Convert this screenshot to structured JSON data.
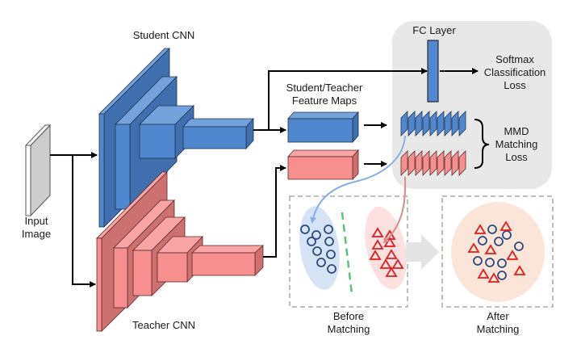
{
  "labels": {
    "student_cnn": "Student CNN",
    "teacher_cnn": "Teacher CNN",
    "input_image": [
      "Input",
      "Image"
    ],
    "feature_maps": [
      "Student/Teacher",
      "Feature Maps"
    ],
    "fc_layer": "FC Layer",
    "softmax_loss": [
      "Softmax",
      "Classification",
      "Loss"
    ],
    "mmd_loss": [
      "MMD",
      "Matching",
      "Loss"
    ],
    "before_matching": [
      "Before",
      "Matching"
    ],
    "after_matching": [
      "After",
      "Matching"
    ]
  },
  "colors": {
    "student_front": "#5088d0",
    "student_top": "#74a2dc",
    "student_side": "#3f6fae",
    "teacher_front": "#f88f8f",
    "teacher_top": "#f9a5a5",
    "teacher_side": "#cd7070",
    "loss_panel": "#e8e8e8",
    "student_cluster": "#d6e3f5",
    "teacher_cluster": "#fde0e0",
    "merged_cluster": "#fbe5d8",
    "circle_marker": "#2b4a82",
    "triangle_marker": "#e21d1d",
    "boundary": "#5cc27a",
    "student_link": "#86aee4",
    "teacher_link": "#d98b8b"
  },
  "feature_slices": {
    "student": 9,
    "teacher": 9
  },
  "before_matching": {
    "circles": [
      [
        378,
        284
      ],
      [
        392,
        291
      ],
      [
        407,
        284
      ],
      [
        386,
        299
      ],
      [
        408,
        299
      ],
      [
        393,
        311
      ],
      [
        410,
        315
      ],
      [
        398,
        325
      ],
      [
        411,
        333
      ]
    ],
    "triangles": [
      [
        468,
        288
      ],
      [
        483,
        291
      ],
      [
        468,
        303
      ],
      [
        483,
        300
      ],
      [
        465,
        316
      ],
      [
        485,
        315
      ],
      [
        478,
        327
      ],
      [
        493,
        327
      ],
      [
        485,
        337
      ]
    ]
  },
  "after_matching": {
    "circles": [
      [
        610,
        284
      ],
      [
        598,
        298
      ],
      [
        618,
        299
      ],
      [
        628,
        291
      ],
      [
        643,
        305
      ],
      [
        592,
        323
      ],
      [
        607,
        325
      ],
      [
        622,
        326
      ],
      [
        622,
        341
      ]
    ],
    "triangles": [
      [
        595,
        284
      ],
      [
        627,
        280
      ],
      [
        587,
        307
      ],
      [
        608,
        309
      ],
      [
        635,
        316
      ],
      [
        599,
        339
      ],
      [
        612,
        344
      ],
      [
        644,
        335
      ]
    ]
  }
}
